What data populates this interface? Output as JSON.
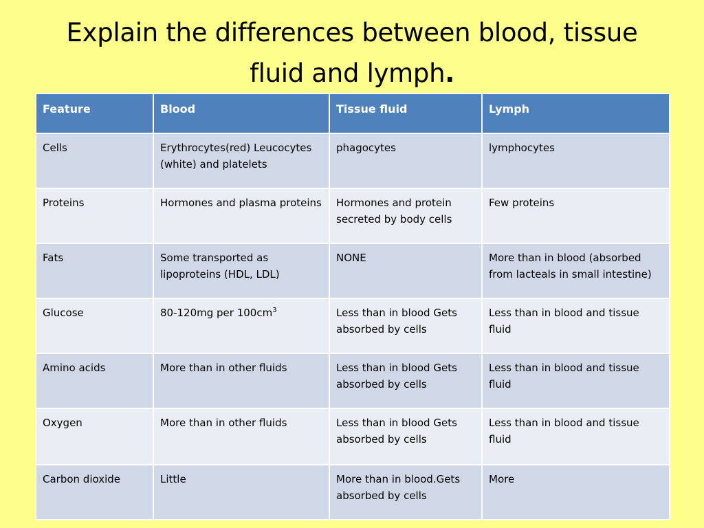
{
  "title": {
    "text": "Explain the differences between blood, tissue fluid and lymph",
    "line1": "Explain the differences between blood, tissue",
    "line2": "fluid and lymph",
    "end_mark": "."
  },
  "table": {
    "headers": [
      "Feature",
      "Blood",
      "Tissue fluid",
      "Lymph"
    ],
    "rows": [
      {
        "feature": "Cells",
        "blood": "Erythrocytes(red) Leucocytes (white) and platelets",
        "tissue_fluid": "phagocytes",
        "lymph": "lymphocytes"
      },
      {
        "feature": "Proteins",
        "blood": "Hormones and plasma proteins",
        "tissue_fluid": "Hormones and protein secreted by body cells",
        "lymph": "Few proteins"
      },
      {
        "feature": "Fats",
        "blood": "Some transported as lipoproteins (HDL, LDL)",
        "tissue_fluid": "NONE",
        "lymph": "More than in blood (absorbed from lacteals in small intestine)"
      },
      {
        "feature": "Glucose",
        "blood": "80-120mg per 100cm",
        "blood_sup": "3",
        "tissue_fluid": "Less than in blood Gets absorbed by cells",
        "lymph": "Less than in blood and tissue fluid"
      },
      {
        "feature": "Amino acids",
        "blood": "More than in other fluids",
        "tissue_fluid": "Less than in blood Gets absorbed by cells",
        "lymph": "Less than in blood and tissue fluid"
      },
      {
        "feature": "Oxygen",
        "blood": "More than in other fluids",
        "tissue_fluid": "Less than in blood Gets absorbed by cells",
        "lymph": "Less than in blood and tissue fluid"
      },
      {
        "feature": "Carbon dioxide",
        "blood": "Little",
        "tissue_fluid": "More than in blood.Gets absorbed by cells",
        "lymph": "More"
      }
    ]
  },
  "colors": {
    "background": "#fefe8a",
    "header_fill": "#4f81bd",
    "row_odd_fill": "#d0d8e8",
    "row_even_fill": "#e9edf4"
  }
}
